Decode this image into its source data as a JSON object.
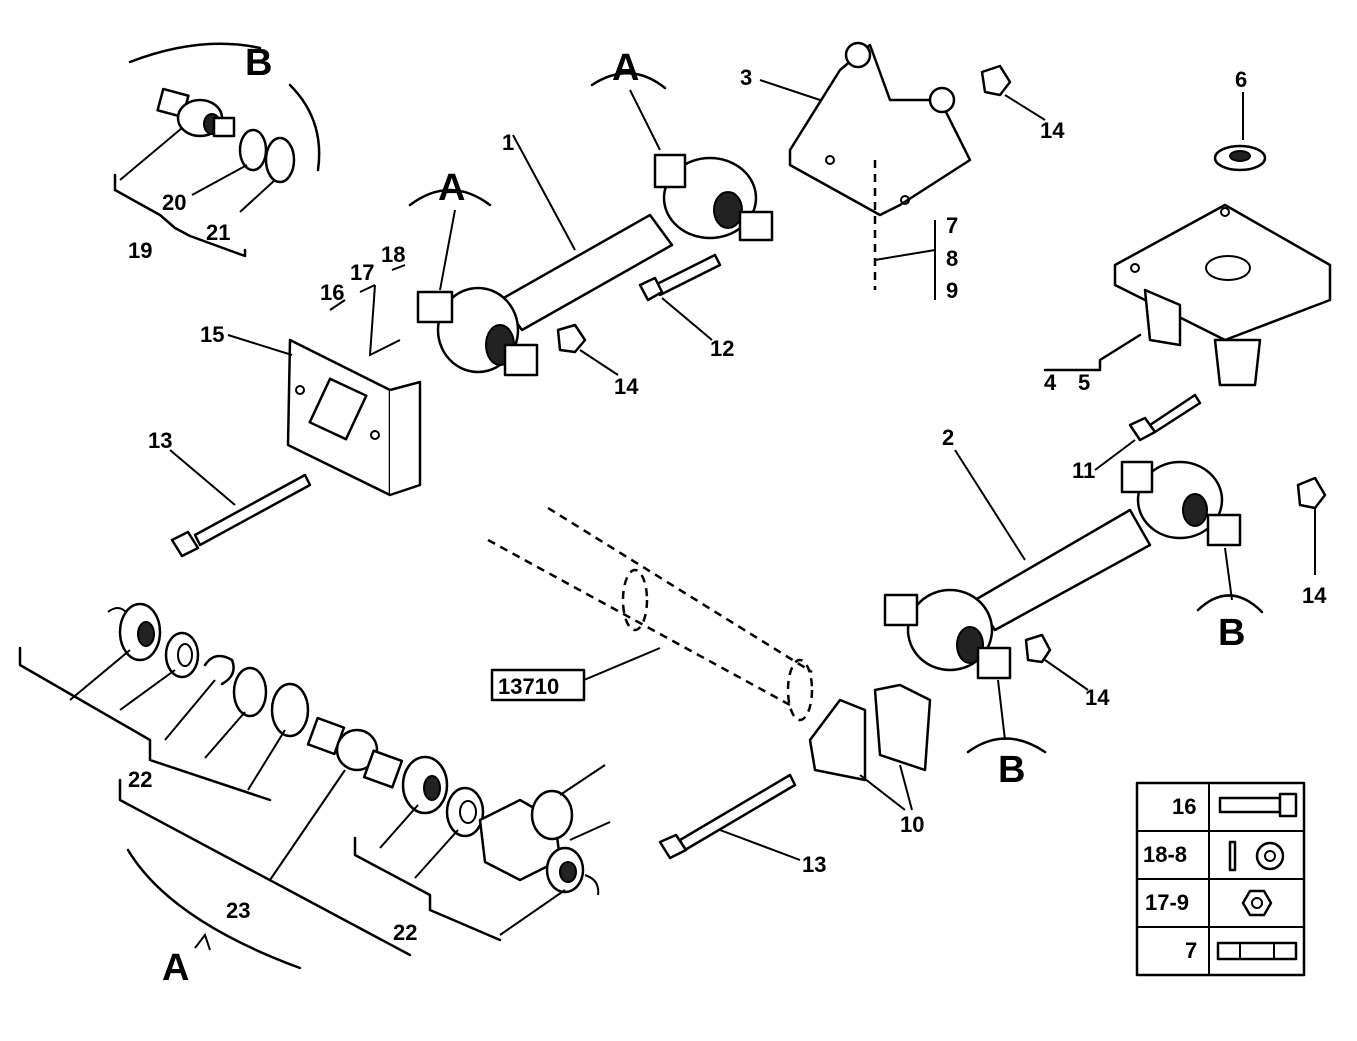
{
  "diagram": {
    "reference_code": "13710",
    "detail_labels": {
      "a": "A",
      "b": "B"
    },
    "callouts": {
      "n1": "1",
      "n2": "2",
      "n3": "3",
      "n4": "4",
      "n5": "5",
      "n6": "6",
      "n7": "7",
      "n8": "8",
      "n9": "9",
      "n10": "10",
      "n11": "11",
      "n12": "12",
      "n13": "13",
      "n14": "14",
      "n15": "15",
      "n16": "16",
      "n17": "17",
      "n18": "18",
      "n19": "19",
      "n20": "20",
      "n21": "21",
      "n22": "22",
      "n23": "23"
    },
    "hardware_legend": [
      {
        "label": "16",
        "icon": "bolt-icon"
      },
      {
        "label": "18-8",
        "icon": "washer-icon"
      },
      {
        "label": "17-9",
        "icon": "hex-nut-icon"
      },
      {
        "label": "7",
        "icon": "stud-icon"
      }
    ]
  }
}
